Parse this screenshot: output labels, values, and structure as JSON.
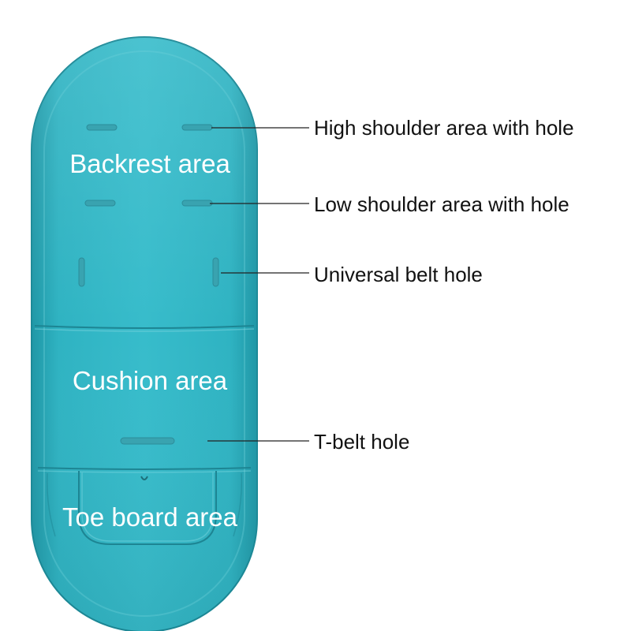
{
  "colors": {
    "pad_main": "#2fb3c2",
    "pad_light": "#55c6d3",
    "pad_dark": "#1f8f9e",
    "slot": "#3aa4b1",
    "seam": "#1d8593",
    "zone_text": "#ffffff",
    "callout_text": "#111111",
    "leader": "#222222"
  },
  "zones": {
    "backrest": "Backrest area",
    "cushion": "Cushion area",
    "toe_board": "Toe board area"
  },
  "callouts": {
    "high_shoulder": "High shoulder area with hole",
    "low_shoulder": "Low shoulder area with hole",
    "universal_belt": "Universal belt hole",
    "t_belt": "T-belt hole"
  }
}
